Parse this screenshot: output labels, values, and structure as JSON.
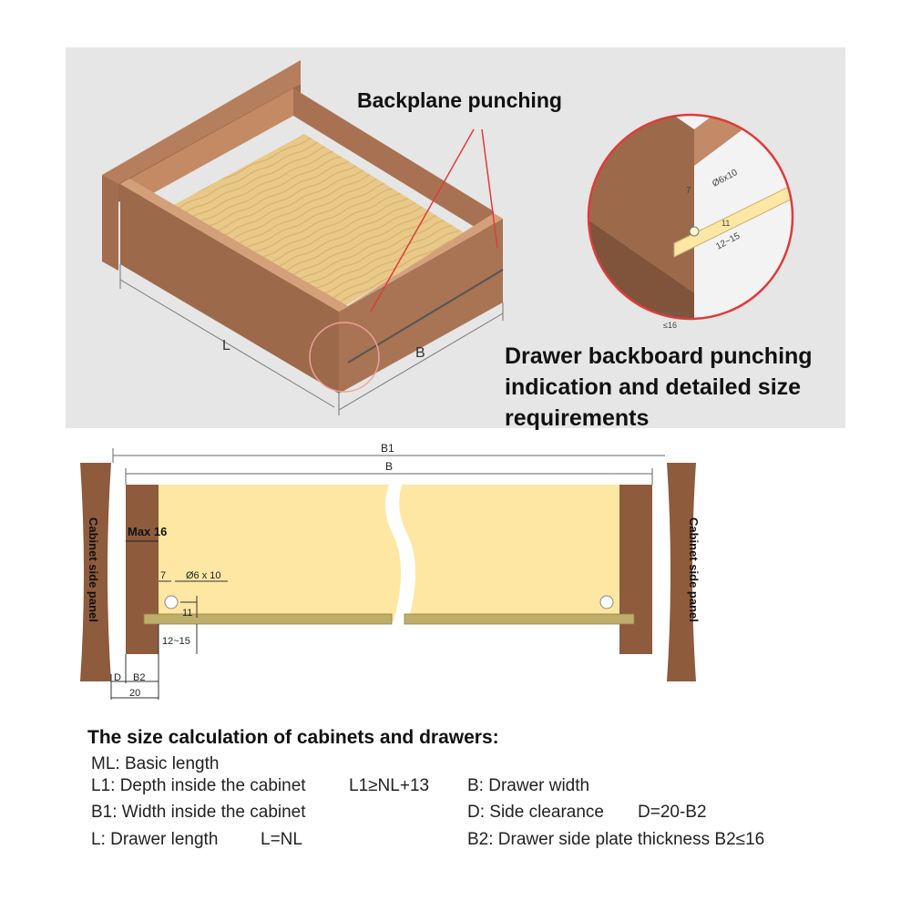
{
  "callout": {
    "title": "Backplane punching",
    "description": "Drawer backboard punching indication and detailed size requirements"
  },
  "top_diagram": {
    "dim_L": "L",
    "dim_B": "B",
    "detail": {
      "hole_dia": "Ø6x10",
      "dim_7": "7",
      "dim_11": "11",
      "dim_12_15": "12~15",
      "dim_le16": "≤16"
    }
  },
  "cross_section": {
    "dim_B1": "B1",
    "dim_B": "B",
    "max16": "Max 16",
    "dim_7": "7",
    "hole_dia": "Ø6 x 10",
    "dim_11": "11",
    "dim_12_15": "12~15",
    "dim_D": "D",
    "dim_B2": "B2",
    "dim_20": "20",
    "left_panel_label": "Cabinet side panel",
    "right_panel_label": "Cabinet side panel"
  },
  "specs": {
    "title": "The size calculation of cabinets and drawers:",
    "ml": "ML: Basic length",
    "l1": "L1: Depth inside the cabinet",
    "l1_formula": "L1≥NL+13",
    "b": "B: Drawer width",
    "b1": "B1: Width inside the cabinet",
    "d": "D: Side clearance",
    "d_formula": "D=20-B2",
    "l": "L: Drawer length",
    "l_formula": "L=NL",
    "b2": "B2: Drawer side plate thickness B2≤16"
  },
  "colors": {
    "panel_bg": "#e6e6e6",
    "wood_dark": "#9c6a4a",
    "wood_light": "#e8c98a",
    "drawer_bottom": "#fde7a3",
    "cabinet_panel": "#8e5b3d",
    "rail": "#bfae6a",
    "callout_red": "#e03b3b"
  }
}
